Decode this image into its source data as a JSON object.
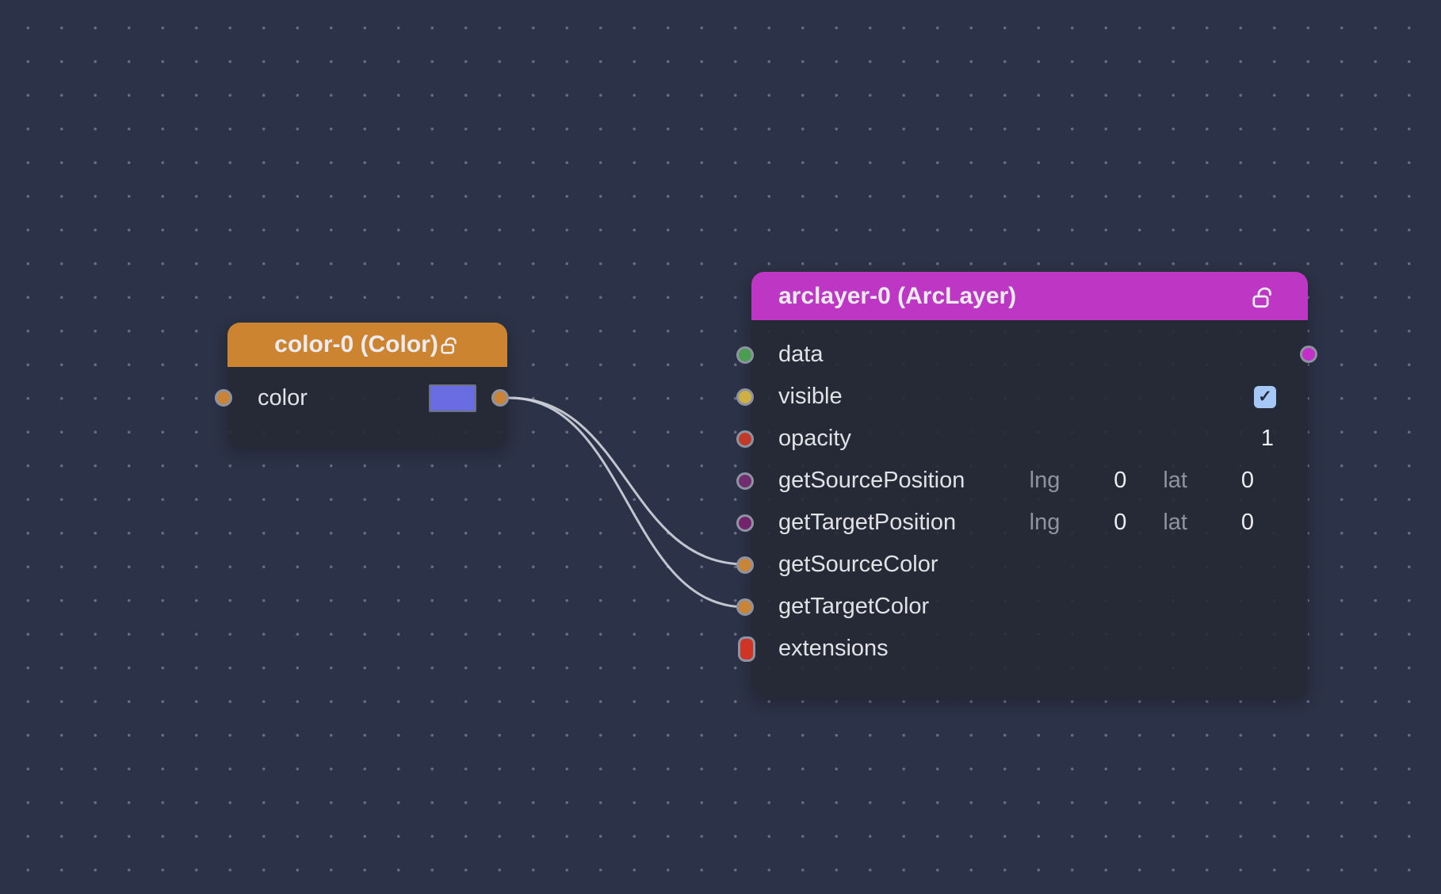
{
  "canvas": {
    "background": "#2c3247",
    "dot_color": "rgba(197,203,227,0.38)"
  },
  "icons": {
    "checkbox_check": "✓"
  },
  "edges": [
    {
      "from": "color-0.color",
      "to": "arclayer-0.getSourceColor"
    },
    {
      "from": "color-0.color",
      "to": "arclayer-0.getTargetColor"
    }
  ],
  "color_node": {
    "title": "color-0 (Color)",
    "header_color": "#cd8431",
    "lock_state": "unlocked",
    "row": {
      "label": "color",
      "port_color": "#c98438",
      "swatch_color": "#6a6ce2"
    },
    "output_port_color": "#c98438"
  },
  "arc_node": {
    "title": "arclayer-0 (ArcLayer)",
    "header_color": "#bd36c4",
    "lock_state": "unlocked",
    "output_port_color": "#c42fca",
    "rows": [
      {
        "label": "data",
        "port_color": "#4a9e50"
      },
      {
        "label": "visible",
        "port_color": "#cfb044",
        "checked": true
      },
      {
        "label": "opacity",
        "port_color": "#c03a2a",
        "value": "1"
      },
      {
        "label": "getSourcePosition",
        "port_color": "#702d6f",
        "lng_label": "lng",
        "lng_value": "0",
        "lat_label": "lat",
        "lat_value": "0"
      },
      {
        "label": "getTargetPosition",
        "port_color": "#75246b",
        "lng_label": "lng",
        "lng_value": "0",
        "lat_label": "lat",
        "lat_value": "0"
      },
      {
        "label": "getSourceColor",
        "port_color": "#c98438"
      },
      {
        "label": "getTargetColor",
        "port_color": "#c98438"
      },
      {
        "label": "extensions",
        "port_color": "#cf3527",
        "port_shape": "pill"
      }
    ]
  }
}
